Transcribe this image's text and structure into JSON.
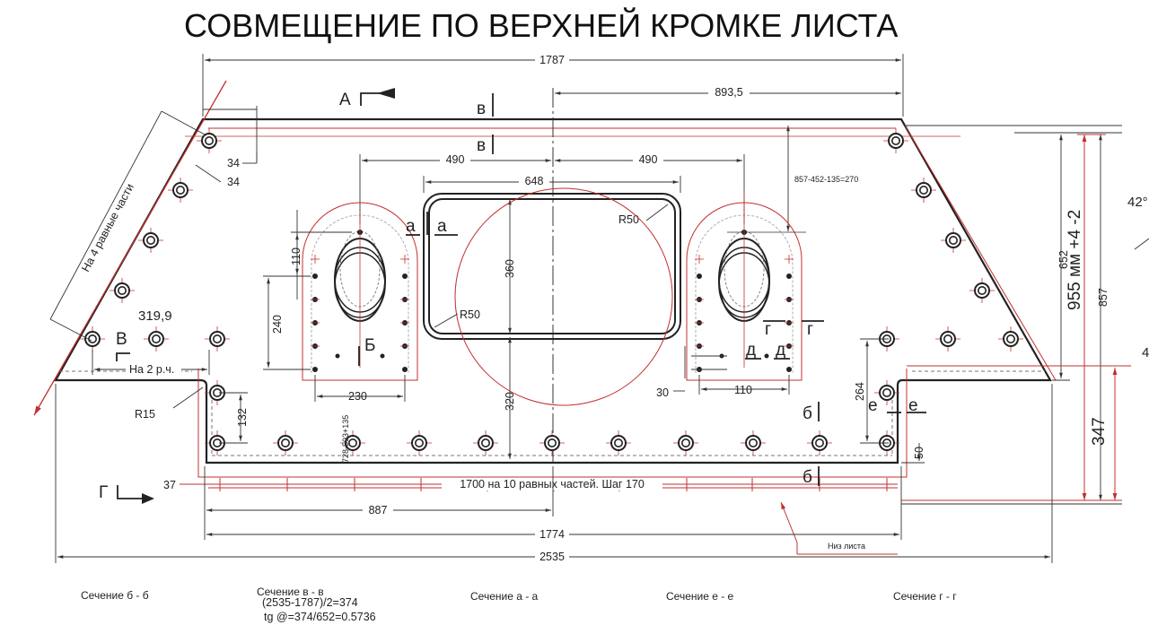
{
  "title": "СОВМЕЩЕНИЕ ПО ВЕРХНЕЙ КРОМКЕ ЛИСТА",
  "dimensions": {
    "overall_top": "1787",
    "half_top": "893,5",
    "hole_offset_left": "490",
    "hole_offset_right": "490",
    "window_width": "648",
    "window_height": "360",
    "window_radius_top": "R50",
    "window_radius_bottom": "R50",
    "window_to_bottom": "320",
    "calc_top": "857-452-135=270",
    "right_height_1": "955 мм +4 -2",
    "right_height_2": "857",
    "right_height_3": "652",
    "right_height_4": "347",
    "angle": "42°",
    "left_34_a": "34",
    "left_34_b": "34",
    "left_division": "На 4 равные части",
    "left_319": "319,9",
    "half_division": "На 2 р.ч.",
    "r15": "R15",
    "d132": "132",
    "left_110": "110",
    "left_240": "240",
    "left_230": "230",
    "right_110": "110",
    "right_30": "30",
    "right_264": "264",
    "right_50": "50",
    "vertical_calc": "728-593+135",
    "bottom_37": "37",
    "bottom_division": "1700 на 10 равных частей. Шаг 170",
    "bottom_887": "887",
    "bottom_1774": "1774",
    "bottom_2535": "2535",
    "sheet_bottom": "Низ листа",
    "partial_4": "4"
  },
  "markers": {
    "A": "А",
    "G": "Г",
    "V": "В",
    "v1": "в",
    "v2": "в",
    "a1": "а",
    "a2": "а",
    "B": "Б",
    "b1": "б",
    "b2": "б",
    "g1": "г",
    "g2": "г",
    "d1": "д",
    "d2": "д",
    "e1": "е",
    "e2": "е"
  },
  "sections": {
    "b": "Сечение б - б",
    "v": "Сечение в - в",
    "a": "Сечение а - а",
    "e": "Сечение е - е",
    "g": "Сечение г - г"
  },
  "notes": {
    "calc_1": "(2535-1787)/2=374",
    "calc_2": "tg @=374/652=0.5736"
  },
  "colors": {
    "outline": "#222222",
    "red": "#c0302f"
  }
}
